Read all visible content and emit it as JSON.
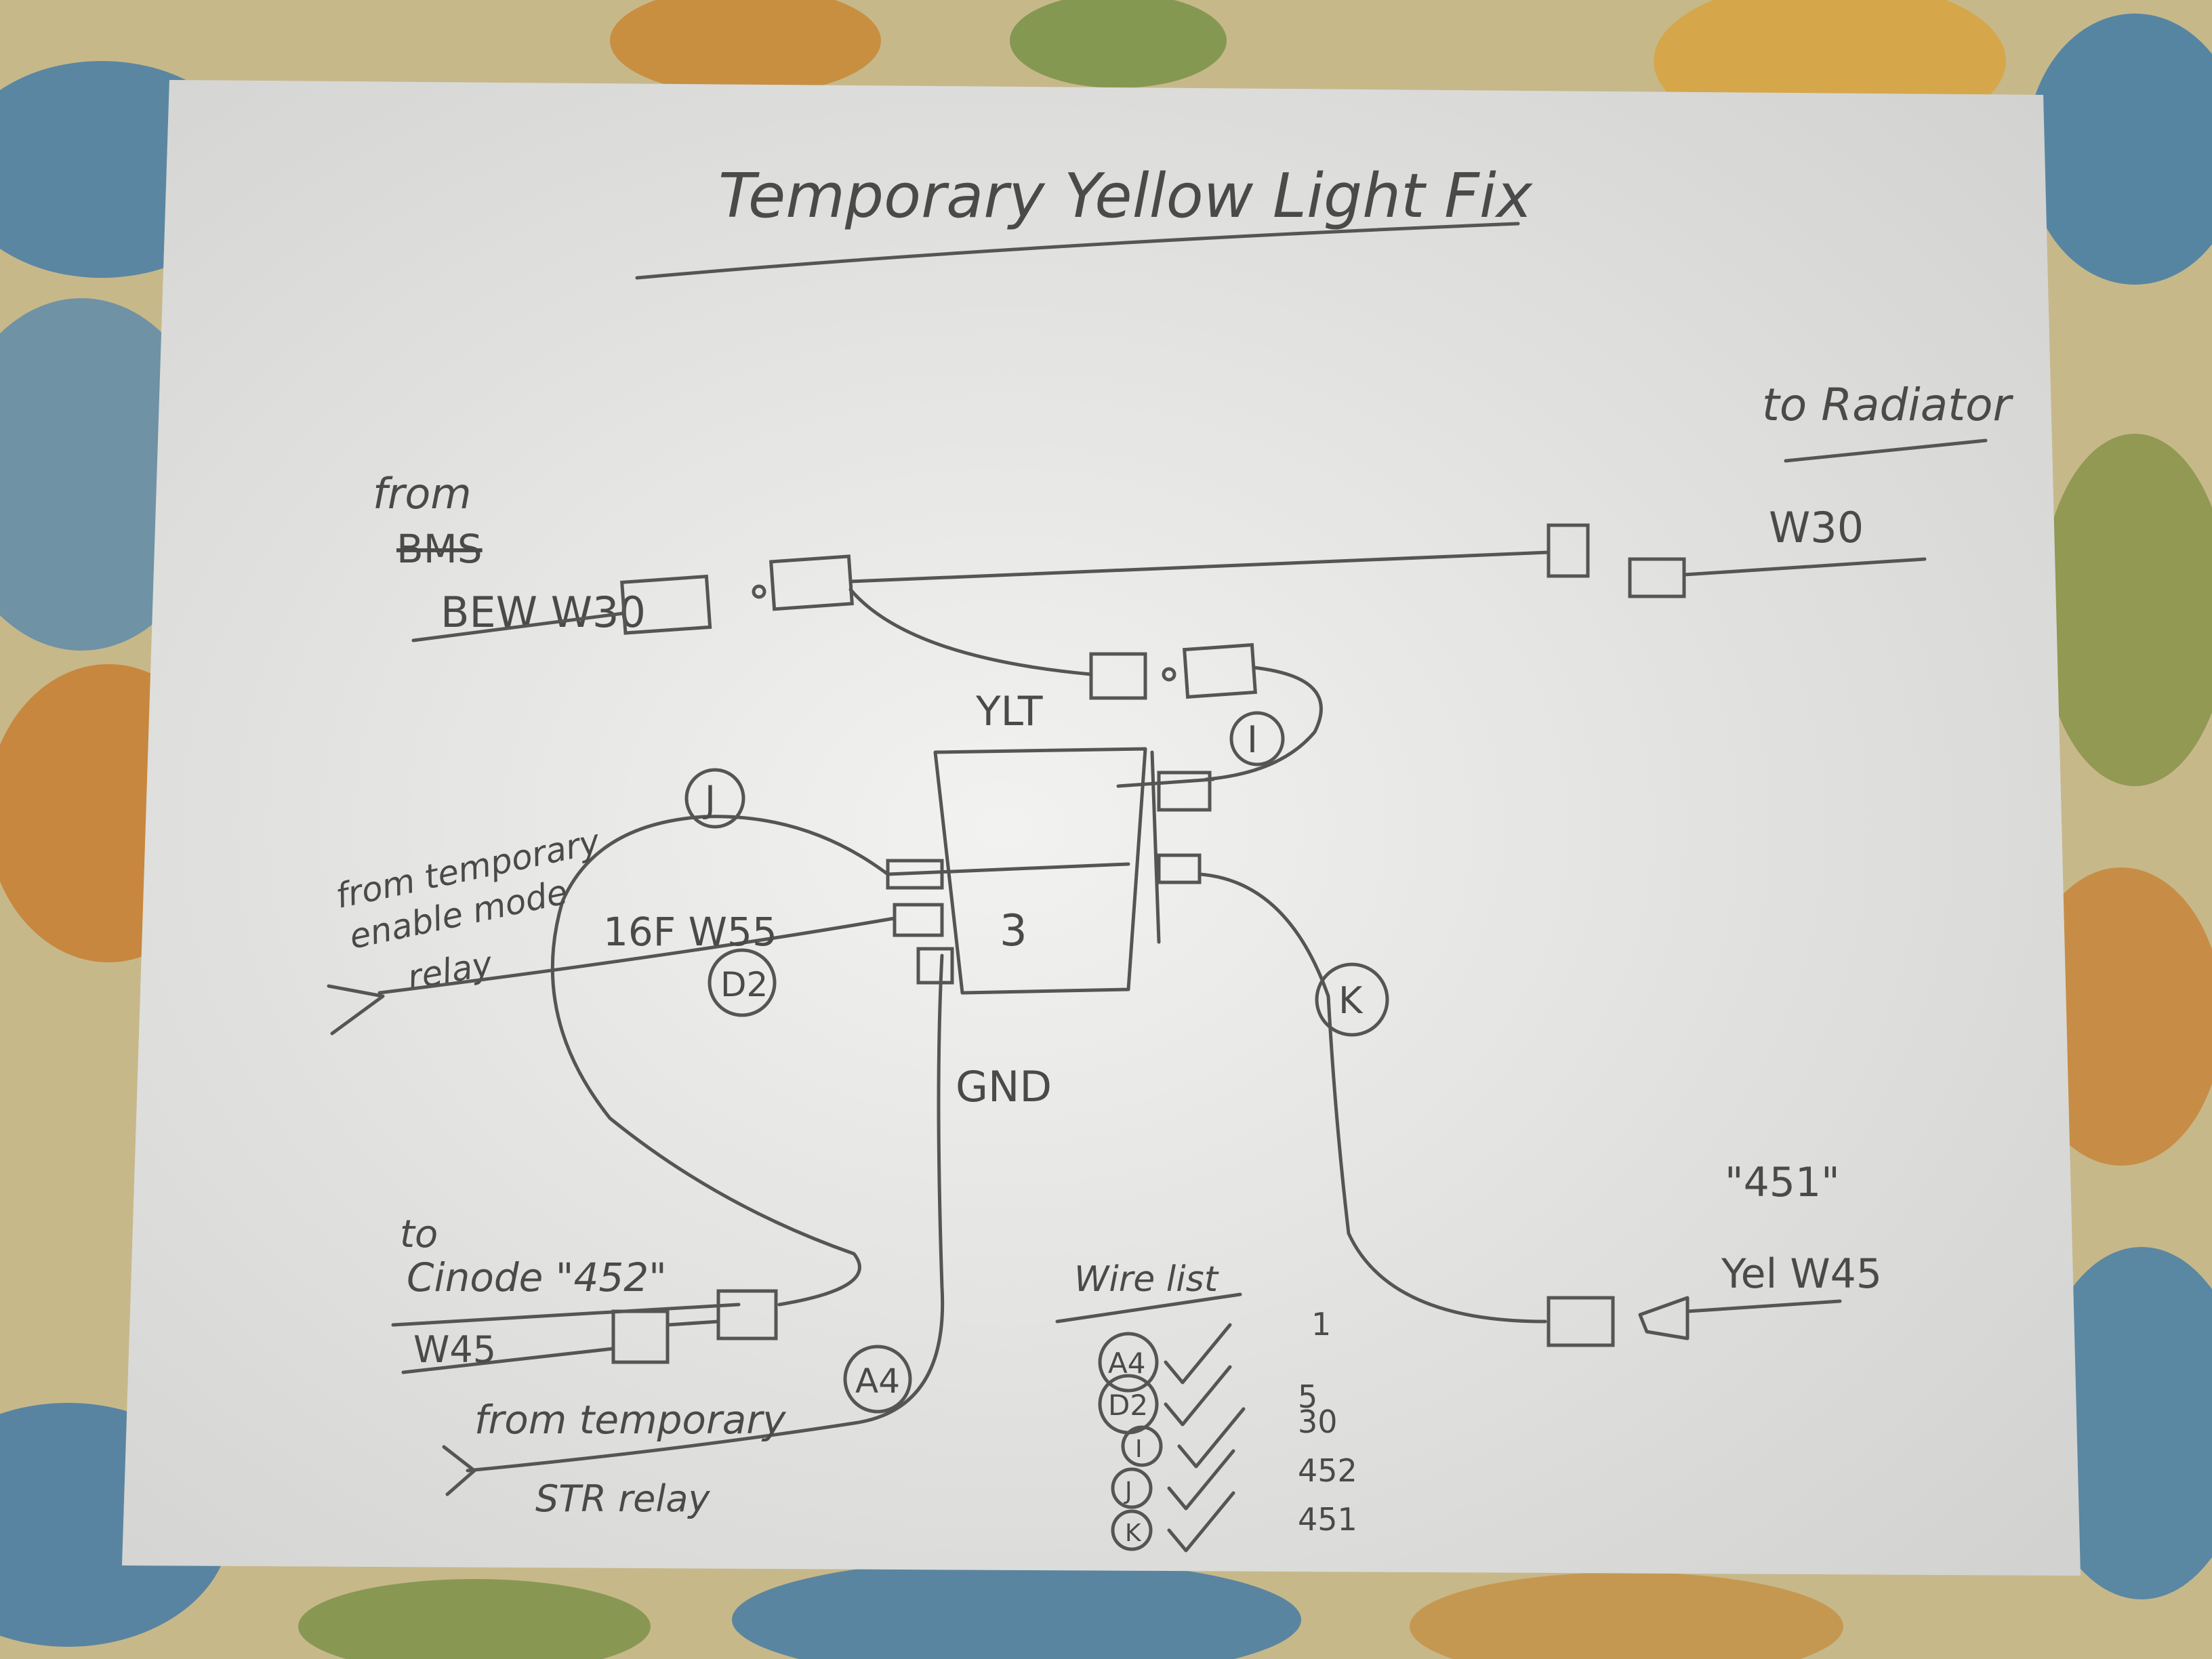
{
  "title": "Temporary Yellow Light Fix",
  "labels": {
    "from_bms": "from",
    "bms": "BMS",
    "bew_w30": "BEW W30",
    "to_radiator": "to Radiator",
    "w30_right": "W30",
    "ylt": "YLT",
    "from_temp_enable": "from temporary",
    "enable_mode": "enable mode",
    "relay": "relay",
    "w55": "16F W55",
    "gnd": "GND",
    "to_cinode": "to",
    "cinode": "Cinode \"452\"",
    "w45_left": "W45",
    "from_temp_str": "from temporary",
    "str_relay": "STR relay",
    "quote_451": "\"451\"",
    "yel_w45": "Yel W45",
    "wire_list": "Wire list",
    "three": "3"
  },
  "circle_labels": {
    "j": "J",
    "i": "I",
    "k": "K",
    "d2": "D2",
    "a4": "A4"
  },
  "wire_list": [
    {
      "tag": "A4",
      "num": "1"
    },
    {
      "tag": "D2",
      "num": "5"
    },
    {
      "tag": "I",
      "num": "30"
    },
    {
      "tag": "J",
      "num": "452"
    },
    {
      "tag": "K",
      "num": "451"
    }
  ],
  "colors": {
    "paper": "#ebebe9",
    "pencil": "#4a4a4a",
    "fabric": "#c9b98c"
  }
}
